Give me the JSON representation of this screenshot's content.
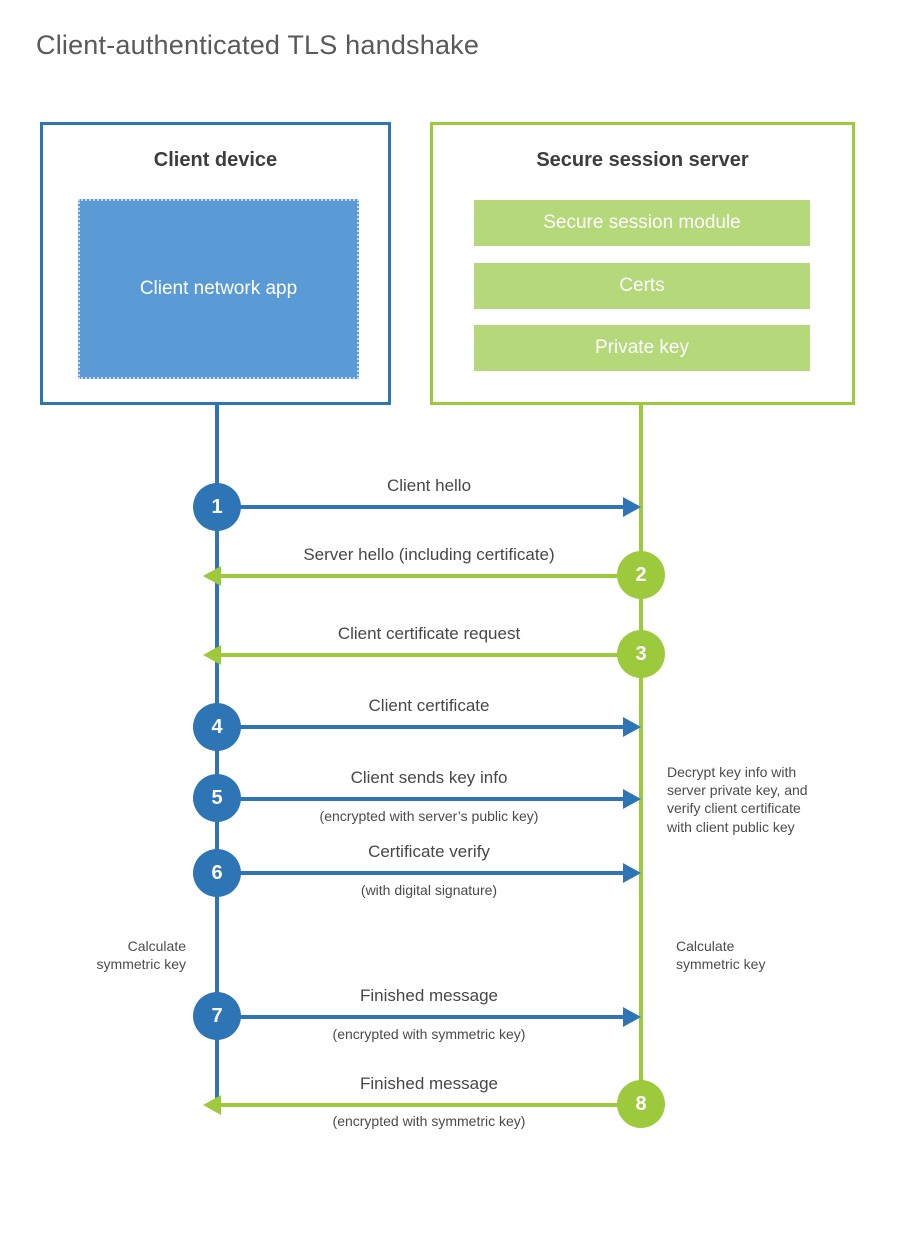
{
  "page_title": "Client-authenticated TLS handshake",
  "client_box": {
    "title": "Client device",
    "app": "Client network app"
  },
  "server_box": {
    "title": "Secure session server",
    "modules": [
      "Secure session module",
      "Certs",
      "Private key"
    ]
  },
  "steps": [
    {
      "num": "1",
      "label": "Client hello",
      "sub": "",
      "from": "client",
      "to": "server"
    },
    {
      "num": "2",
      "label": "Server hello (including certificate)",
      "sub": "",
      "from": "server",
      "to": "client"
    },
    {
      "num": "3",
      "label": "Client certificate request",
      "sub": "",
      "from": "server",
      "to": "client"
    },
    {
      "num": "4",
      "label": "Client certificate",
      "sub": "",
      "from": "client",
      "to": "server"
    },
    {
      "num": "5",
      "label": "Client sends key info",
      "sub": "(encrypted with server’s public key)",
      "from": "client",
      "to": "server"
    },
    {
      "num": "6",
      "label": "Certificate verify",
      "sub": "(with digital signature)",
      "from": "client",
      "to": "server"
    },
    {
      "num": "7",
      "label": "Finished message",
      "sub": "(encrypted with symmetric key)",
      "from": "client",
      "to": "server"
    },
    {
      "num": "8",
      "label": "Finished message",
      "sub": "(encrypted with symmetric key)",
      "from": "server",
      "to": "client"
    }
  ],
  "annotations": {
    "decrypt_note": "Decrypt key info with\nserver private key, and\nverify client certificate\nwith client public key",
    "calculate_left": "Calculate\nsymmetric key",
    "calculate_right": "Calculate\nsymmetric key"
  },
  "colors": {
    "client_stroke": "#2e75b6",
    "client_fill": "#5b9bd5",
    "server_stroke": "#9dca3d",
    "server_fill": "#b4d87a",
    "title_text": "#595959",
    "body_text": "#474747"
  }
}
